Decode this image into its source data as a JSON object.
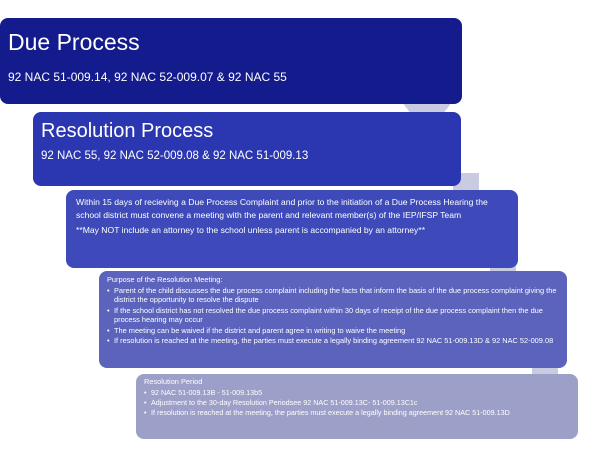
{
  "colors": {
    "box1": "#141b8c",
    "box2": "#2b37b0",
    "box3": "#3e4ab9",
    "box4": "#5b63bd",
    "box5": "#9c9fc7",
    "arrow": "#c9cbe1"
  },
  "due_process": {
    "title": "Due Process",
    "citation": "92 NAC 51-009.14, 92 NAC 52-009.07  & 92 NAC 55"
  },
  "resolution_process": {
    "title": "Resolution Process",
    "citation": "92 NAC 55, 92 NAC 52-009.08 & 92 NAC 51-009.13"
  },
  "meeting_requirement": {
    "text": "Within 15 days of recieving a Due Process Complaint and prior to the initiation of a Due Process Hearing the school district must convene a meeting with the parent and relevant member(s) of the IEP/IFSP Team",
    "note": "**May NOT include an attorney to the school unless parent is accompanied by an attorney**"
  },
  "resolution_meeting": {
    "title": "Purpose of the Resolution Meeting:",
    "items": [
      "Parent of the child discusses the due process complaint including the facts that inform the basis of the due process complaint giving the district the opportunity to resolve the dispute",
      "If the school district has not resolved the due process complaint within 30 days of receipt of the due process complaint then the due process hearing may occur",
      " The meeting can be waived if the district and parent agree in writing to waive the meeting",
      "If resolution is reached at the meeting, the parties must execute a legally binding agreement 92 NAC 51-009.13D & 92 NAC 52-009.08"
    ]
  },
  "resolution_period": {
    "title": "Resolution Period",
    "items": [
      "92 NAC 51-009.13B - 51-009.13b5",
      "Adjustment to the 30-day Resolution Periodsee 92 NAC 51-009.13C- 51-009.13C1c",
      "If resolution is reached at the meeting, the parties must execute a legally binding agreement 92 NAC 51-009.13D"
    ]
  }
}
